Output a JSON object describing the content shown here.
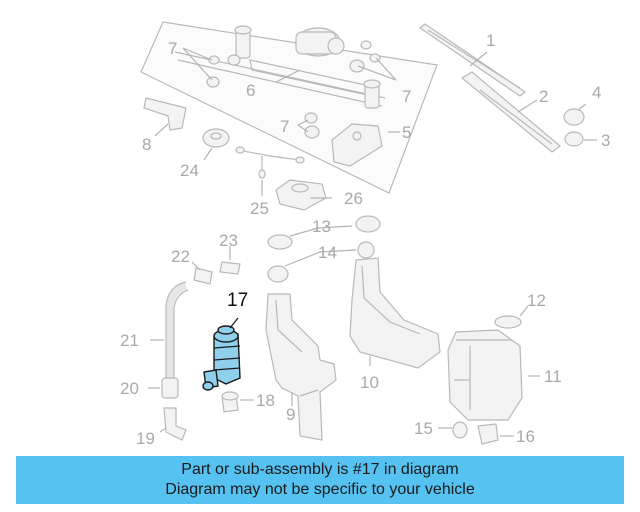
{
  "callouts": {
    "c1": "1",
    "c2": "2",
    "c3": "3",
    "c4": "4",
    "c5": "5",
    "c6": "6",
    "c7": "7",
    "c8": "8",
    "c9": "9",
    "c10": "10",
    "c11": "11",
    "c12": "12",
    "c13": "13",
    "c14": "14",
    "c15": "15",
    "c16": "16",
    "c17": "17",
    "c18": "18",
    "c19": "19",
    "c20": "20",
    "c21": "21",
    "c22": "22",
    "c23": "23",
    "c24": "24",
    "c25": "25",
    "c26": "26"
  },
  "highlight": {
    "part": "17",
    "color": "#8fd0ec"
  },
  "banner": {
    "line1": "Part or sub-assembly is #17 in diagram",
    "line2": "Diagram may not be specific to your vehicle",
    "background": "#56c2f2"
  }
}
